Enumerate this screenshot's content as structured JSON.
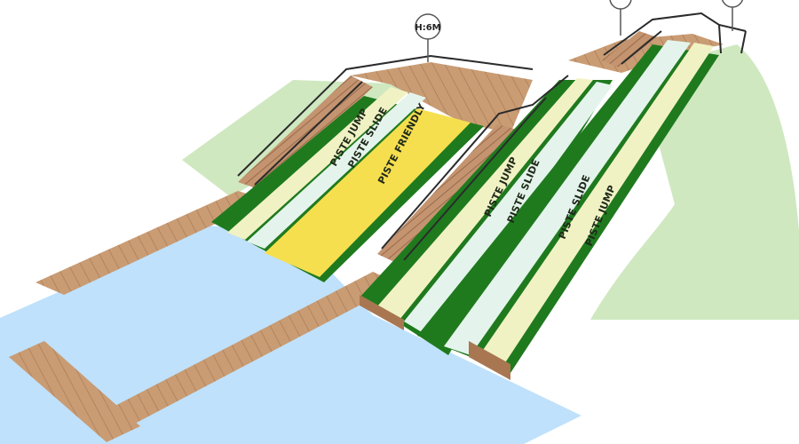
{
  "colors": {
    "water": "#bfe1fb",
    "grass": "#cfe8c0",
    "green": "#1f7a1e",
    "cream": "#f1f2c4",
    "slide": "#e4f4ec",
    "friendly": "#f6df4f",
    "wood": "#c79a72",
    "wood_dark": "#a87752",
    "rail": "#2b2b2b"
  },
  "height_marker": {
    "label": "H:6M"
  },
  "lanes": [
    {
      "label": "PISTE JUMP"
    },
    {
      "label": "PISTE SLIDE"
    },
    {
      "label": "PISTE FRIENDLY"
    },
    {
      "label": "PISTE JUMP"
    },
    {
      "label": "PISTE SLIDE"
    },
    {
      "label": "PISTE SLIDE"
    },
    {
      "label": "PISTE JUMP"
    }
  ]
}
